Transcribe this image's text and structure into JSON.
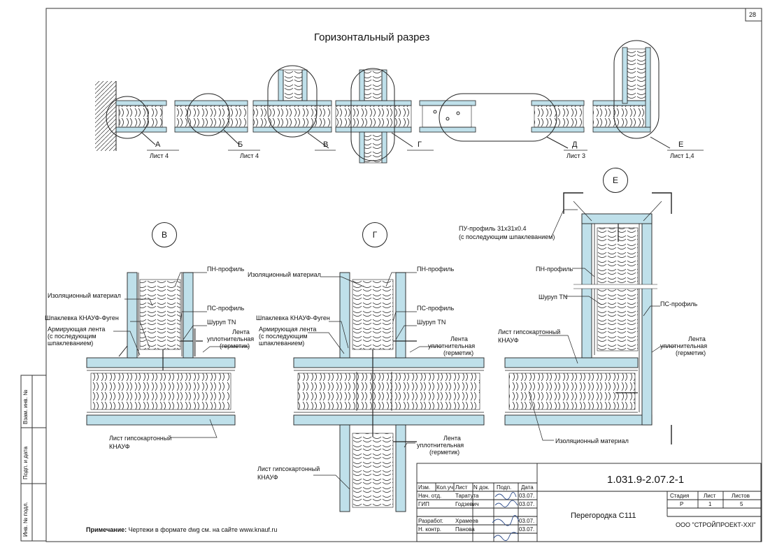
{
  "sheet_number": "28",
  "title": "Горизонтальный разрез",
  "top_details": [
    {
      "letter": "А",
      "ref": "Лист 4"
    },
    {
      "letter": "Б",
      "ref": "Лист 4"
    },
    {
      "letter": "В",
      "ref": ""
    },
    {
      "letter": "Г",
      "ref": ""
    },
    {
      "letter": "Д",
      "ref": "Лист 3"
    },
    {
      "letter": "Е",
      "ref": "Лист 1,4"
    }
  ],
  "detail_v": {
    "circle": "В",
    "labels": {
      "pn_profile": "ПН-профиль",
      "insulation": "Изоляционный материал",
      "ps_profile": "ПС-профиль",
      "putty": "Шпаклевка КНАУФ-Фуген",
      "screw": "Шуруп TN",
      "tape1": "Армирующая лента",
      "tape2": "(с последующим",
      "tape3": "шпаклеванием)",
      "seal1": "Лента",
      "seal2": "уплотнительная",
      "seal3": "(герметик)",
      "sheet1": "Лист гипсокартонный",
      "sheet2": "КНАУФ"
    }
  },
  "detail_g": {
    "circle": "Г",
    "labels": {
      "insulation": "Изоляционный материал",
      "pn_profile": "ПН-профиль",
      "ps_profile": "ПС-профиль",
      "putty": "Шпаклевка КНАУФ-Фуген",
      "screw": "Шуруп TN",
      "tape1": "Армирующая лента",
      "tape2": "(с последующим",
      "tape3": "шпаклеванием)",
      "seal1": "Лента",
      "seal2": "уплотнительная",
      "seal3": "(герметик)",
      "seal_b1": "Лента",
      "seal_b2": "уплотнительная",
      "seal_b3": "(герметик)",
      "sheet1": "Лист гипсокартонный",
      "sheet2": "КНАУФ"
    }
  },
  "detail_e": {
    "circle": "Е",
    "labels": {
      "pu1": "ПУ-профиль 31х31х0.4",
      "pu2": "(с последующим шпаклеванием)",
      "pn_profile": "ПН-профиль",
      "screw": "Шуруп TN",
      "ps_profile": "ПС-профиль",
      "sheet1": "Лист гипсокартонный",
      "sheet2": "КНАУФ",
      "seal1": "Лента",
      "seal2": "уплотнительная",
      "seal3": "(герметик)",
      "insulation": "Изоляционный материал"
    }
  },
  "note_label": "Примечание:",
  "note_text": " Чертежи в формате dwg см. на сайте www.knauf.ru",
  "side_stamp": [
    "Взам. инв. №",
    "Подп. и дата",
    "Инв. № подл."
  ],
  "title_block": {
    "code": "1.031.9-2.07.2-1",
    "headers": [
      "Изм.",
      "Кол.уч.",
      "Лист",
      "N док.",
      "Подп.",
      "Дата"
    ],
    "rows": [
      {
        "role": "Нач. отд.",
        "name": "Таратута",
        "date": "03.07."
      },
      {
        "role": "ГИП",
        "name": "Годзевич",
        "date": "03.07."
      },
      {
        "role": "Разработ.",
        "name": "Храмеев",
        "date": "03.07."
      },
      {
        "role": "Н. контр.",
        "name": "Панова",
        "date": "03.07."
      }
    ],
    "doc_name": "Перегородка С111",
    "stage_header": "Стадия",
    "sheet_header": "Лист",
    "sheets_header": "Листов",
    "stage": "Р",
    "sheet": "1",
    "sheets": "5",
    "org": "ООО \"СТРОЙПРОЕКТ-XXI\""
  }
}
